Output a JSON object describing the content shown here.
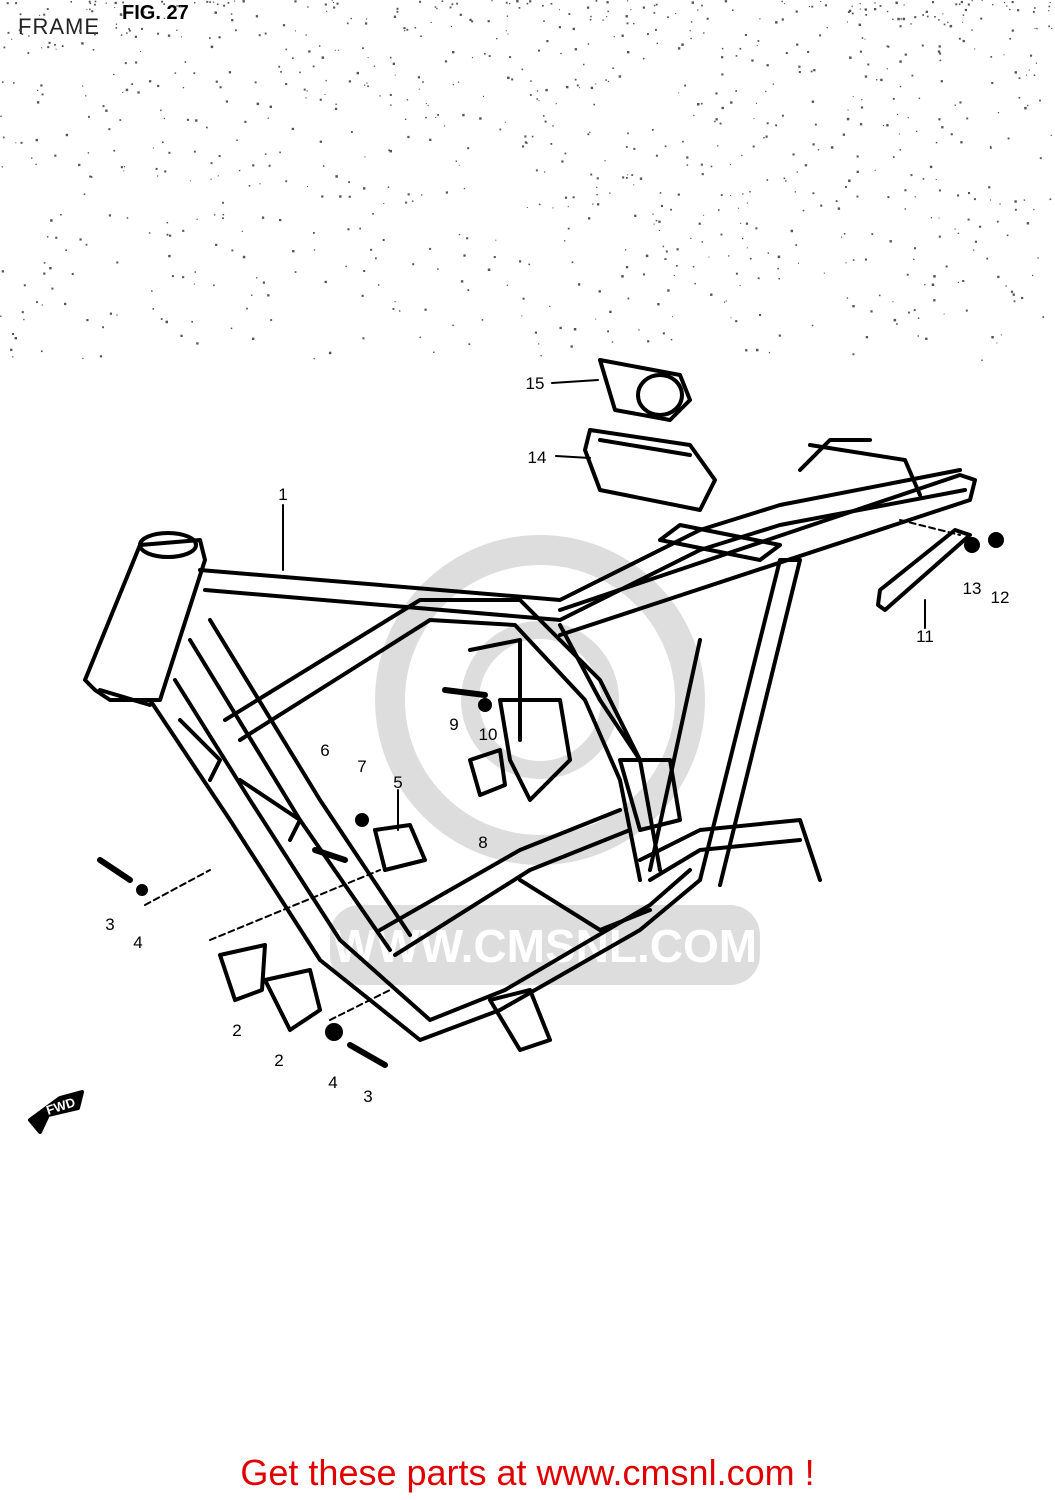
{
  "header": {
    "title": "FRAME",
    "figure": "FIG. 27"
  },
  "diagram": {
    "fwd_label": "FWD",
    "watermark": "WWW.CMSNL.COM",
    "callouts": [
      "1",
      "2",
      "2",
      "3",
      "3",
      "4",
      "4",
      "5",
      "6",
      "7",
      "8",
      "9",
      "10",
      "11",
      "12",
      "13",
      "14",
      "15"
    ]
  },
  "footer": {
    "link_text": "Get these parts at www.cmsnl.com !"
  }
}
